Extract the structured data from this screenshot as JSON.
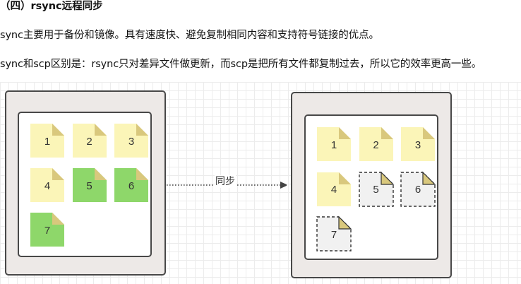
{
  "heading": "（四）rsync远程同步",
  "paragraph1": "sync主要用于备份和镜像。具有速度快、避免复制相同内容和支持符号链接的优点。",
  "paragraph2": "sync和scp区别是：rsync只对差异文件做更新，而scp是把所有文件都复制过去，所以它的效率更高一些。",
  "diagram": {
    "arrow_label": "同步",
    "colors": {
      "server_fill": "#ede9e7",
      "border": "#484848",
      "file_yellow": "#fbf5b8",
      "file_green": "#8ed76a",
      "file_missing": "#f1f1f1",
      "fold": "#d9c87d"
    },
    "source_files": [
      {
        "label": "1",
        "state": "same"
      },
      {
        "label": "2",
        "state": "same"
      },
      {
        "label": "3",
        "state": "same"
      },
      {
        "label": "4",
        "state": "same"
      },
      {
        "label": "5",
        "state": "changed"
      },
      {
        "label": "6",
        "state": "changed"
      },
      {
        "label": "7",
        "state": "changed"
      }
    ],
    "target_files": [
      {
        "label": "1",
        "state": "same"
      },
      {
        "label": "2",
        "state": "same"
      },
      {
        "label": "3",
        "state": "same"
      },
      {
        "label": "4",
        "state": "same"
      },
      {
        "label": "5",
        "state": "missing"
      },
      {
        "label": "6",
        "state": "missing"
      },
      {
        "label": "7",
        "state": "missing"
      }
    ]
  }
}
